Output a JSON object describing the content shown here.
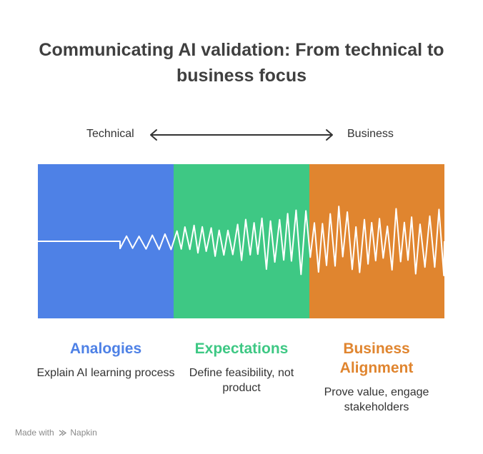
{
  "title": "Communicating AI validation: From technical to business focus",
  "axis": {
    "left_label": "Technical",
    "right_label": "Business"
  },
  "columns": [
    {
      "heading": "Analogies",
      "description": "Explain AI learning process",
      "color": "#4e81e6"
    },
    {
      "heading": "Expectations",
      "description": "Define feasibility, not product",
      "color": "#3ec884"
    },
    {
      "heading": "Business Alignment",
      "description": "Prove value, engage stakeholders",
      "color": "#e0852f"
    }
  ],
  "credit": {
    "prefix": "Made with",
    "brand": "Napkin"
  },
  "icons": [
    "double-arrow-icon",
    "napkin-logo-icon"
  ]
}
